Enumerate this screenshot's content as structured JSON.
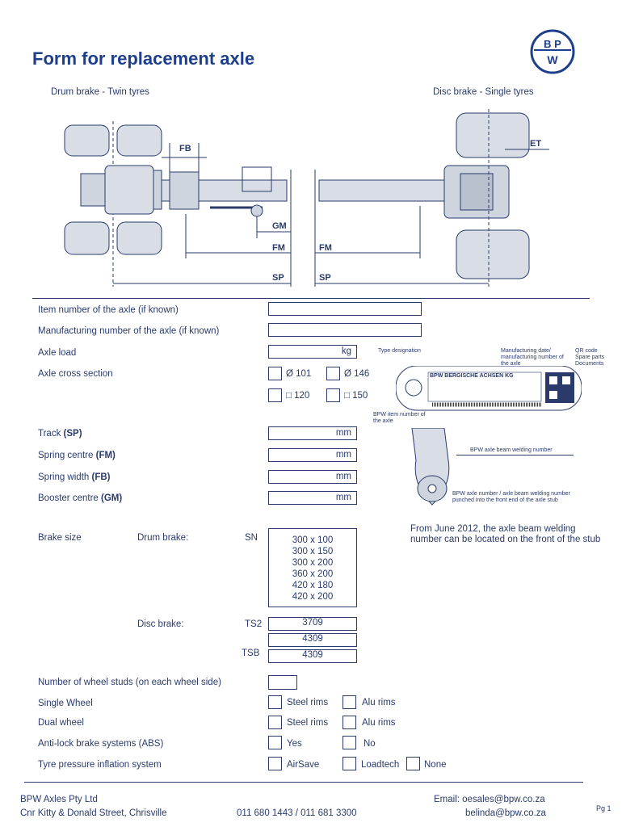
{
  "header": {
    "title": "Form for replacement  axle",
    "logo_text": "BPW"
  },
  "diagram": {
    "left_caption": "Drum brake - Twin tyres",
    "right_caption": "Disc brake - Single tyres",
    "labels": {
      "fb": "FB",
      "et": "ET",
      "gm": "GM",
      "fm_left": "FM",
      "fm_right": "FM",
      "sp_left": "SP",
      "sp_right": "SP"
    }
  },
  "form": {
    "item_number_label": "Item number of the axle (if known)",
    "manufacturing_number_label": "Manufacturing number of the axle (if known)",
    "axle_load_label": "Axle load",
    "axle_load_unit": "kg",
    "cross_section_label": "Axle cross section",
    "cross_section_options": [
      "Ø 101",
      "Ø 146",
      "□ 120",
      "□ 150"
    ],
    "track_label": "Track",
    "track_abbr": "(SP)",
    "spring_centre_label": "Spring centre",
    "spring_centre_abbr": "(FM)",
    "spring_width_label": "Spring width",
    "spring_width_abbr": "(FB)",
    "booster_centre_label": "Booster centre",
    "booster_centre_abbr": "(GM)",
    "mm_unit": "mm",
    "brake_size_label": "Brake size",
    "drum_brake_label": "Drum brake:",
    "drum_code": "SN",
    "drum_sizes": [
      "300 x 100",
      "300 x 150",
      "300 x 200",
      "360 x 200",
      "420 x 180",
      "420 x 200"
    ],
    "disc_brake_label": "Disc brake:",
    "disc_code_1": "TS2",
    "disc_value_1": "3709",
    "disc_value_2": "4309",
    "disc_code_2": "TSB",
    "disc_value_3": "4309",
    "wheel_studs_label": "Number of wheel studs (on each wheel side)",
    "single_wheel_label": "Single Wheel",
    "dual_wheel_label": "Dual wheel",
    "steel_rims": "Steel rims",
    "alu_rims": "Alu rims",
    "abs_label": "Anti-lock brake systems (ABS)",
    "yes": "Yes",
    "no": "No",
    "tyre_label": "Tyre pressure inflation system",
    "airsave": "AirSave",
    "loadtech": "Loadtech",
    "none": "None"
  },
  "plate": {
    "type_designation": "Type designation",
    "manufacturing_date": "Manufacturing date/ manufacturing number of the axle",
    "qr_code": "QR code Spare parts Documents",
    "company": "BPW BERGISCHE ACHSEN KG",
    "item_number_note": "BPW item number of the axle",
    "welding_number": "BPW axle beam welding number",
    "stub_note": "BPW axle number / axle beam welding number punched into the front end of the axle stub",
    "june_note_1": "From June 2012, the axle beam welding",
    "june_note_2": "number can be located on the front of the stub"
  },
  "footer": {
    "company": "BPW Axles Pty Ltd",
    "address": "Cnr Kitty & Donald Street, Chrisville",
    "phones": "011 680 1443 / 011 681 3300",
    "email_1": "Email: oesales@bpw.co.za",
    "email_2": "belinda@bpw.co.za",
    "page": "Pg 1"
  },
  "colors": {
    "primary": "#1d3f8c",
    "line": "#2a3a6b",
    "diagram_fill": "#d8dde6"
  }
}
